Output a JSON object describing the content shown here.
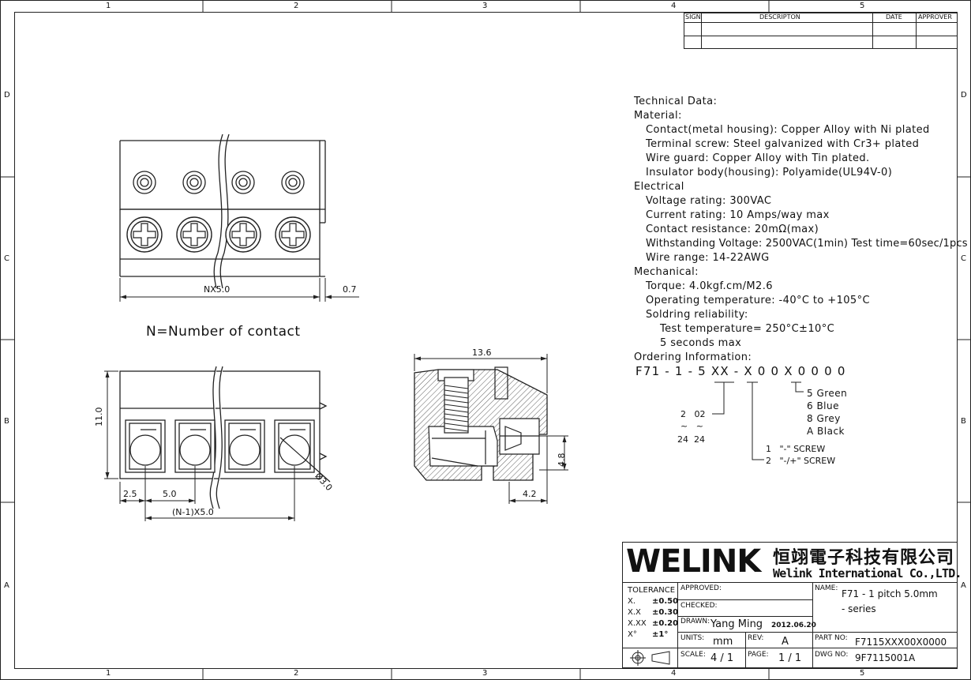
{
  "frame": {
    "columns": [
      "1",
      "2",
      "3",
      "4",
      "5"
    ],
    "rows": [
      "D",
      "C",
      "B",
      "A"
    ]
  },
  "revision_table": {
    "headers": [
      "SIGN",
      "DESCRIPTON",
      "DATE",
      "APPROVER"
    ]
  },
  "front_view": {
    "dim_width": "NX5.0",
    "dim_offset": "0.7",
    "caption": "N=Number of contact"
  },
  "top_view": {
    "dim_height": "11.0",
    "dim_edge": "2.5",
    "dim_pitch": "5.0",
    "dim_span": "(N-1)X5.0",
    "dim_hole": "Ø3.0"
  },
  "side_view": {
    "dim_length": "13.6",
    "dim_height": "4.8",
    "dim_bottom": "4.2"
  },
  "technical_data": {
    "lines": [
      "Technical Data:",
      "Material:",
      "Contact(metal housing): Copper Alloy with Ni plated",
      "Terminal screw: Steel galvanized with Cr3+ plated",
      "Wire guard: Copper Alloy with Tin plated.",
      "Insulator body(housing): Polyamide(UL94V-0)",
      "Electrical",
      "Voltage rating: 300VAC",
      "Current rating: 10 Amps/way max",
      "Contact resistance: 20mΩ(max)",
      "Withstanding Voltage: 2500VAC(1min) Test time=60sec/1pcs",
      "Wire range: 14-22AWG",
      "Mechanical:",
      "Torque: 4.0kgf.cm/M2.6",
      "Operating temperature: -40°C to +105°C",
      "Soldring reliability:",
      "Test temperature= 250°C±10°C",
      "5 seconds max",
      "Ordering Information:"
    ]
  },
  "ordering": {
    "code": "F71 - 1 - 5 XX - X 0 0 X  0 0 0 0",
    "colors": [
      "5  Green",
      "6  Blue",
      "8  Grey",
      "A  Black"
    ],
    "contacts": [
      "2   02",
      "~   ~",
      "24  24"
    ],
    "screws": [
      "1   \"-\" SCREW",
      "2   \"-/+\" SCREW"
    ]
  },
  "title_block": {
    "logo": "WELINK",
    "company_cn": "恒翊電子科技有限公司",
    "company_en": "Welink International Co.,LTD.",
    "tolerance_label": "TOLERANCE",
    "tolerances": [
      {
        "k": "X.",
        "v": "±0.50"
      },
      {
        "k": "X.X",
        "v": "±0.30"
      },
      {
        "k": "X.XX",
        "v": "±0.20"
      },
      {
        "k": "X°",
        "v": "±1°"
      }
    ],
    "approved_label": "APPROVED:",
    "checked_label": "CHECKED:",
    "drawn_label": "DRAWN:",
    "drawn_by": "Yang Ming",
    "drawn_date": "2012.06.20",
    "units_label": "UNITS:",
    "units": "mm",
    "rev_label": "REV:",
    "rev": "A",
    "scale_label": "SCALE:",
    "scale": "4 / 1",
    "page_label": "PAGE:",
    "page": "1 / 1",
    "name_label": "NAME:",
    "name_line1": "F71 - 1  pitch 5.0mm",
    "name_line2": "- series",
    "part_no_label": "PART NO:",
    "part_no": "F7115XXX00X0000",
    "dwg_no_label": "DWG NO:",
    "dwg_no": "9F7115001A"
  }
}
